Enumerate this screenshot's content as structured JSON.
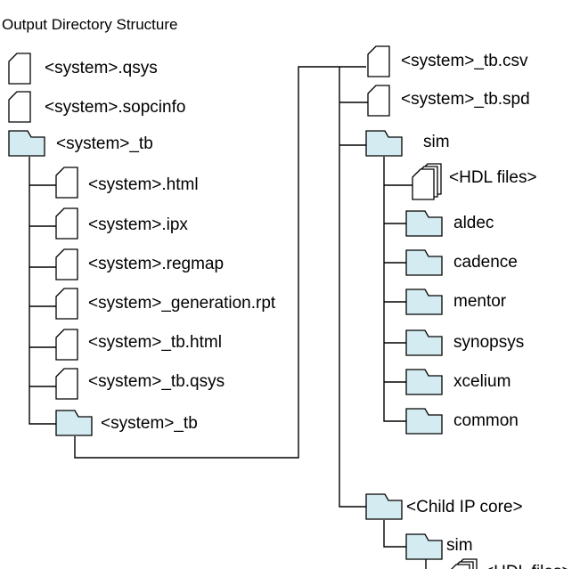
{
  "title": "Output Directory Structure",
  "colors": {
    "folder_fill": "#d4ebf2",
    "line": "#000000",
    "text": "#000000"
  },
  "left": {
    "root_files": [
      {
        "label": "<system>.qsys",
        "icon": "file-icon"
      },
      {
        "label": "<system>.sopcinfo",
        "icon": "file-icon"
      }
    ],
    "tb_folder": {
      "label": "<system>_tb",
      "icon": "folder-icon"
    },
    "tb_files": [
      {
        "label": "<system>.html",
        "icon": "file-icon"
      },
      {
        "label": "<system>.ipx",
        "icon": "file-icon"
      },
      {
        "label": "<system>.regmap",
        "icon": "file-icon"
      },
      {
        "label": "<system>_generation.rpt",
        "icon": "file-icon"
      },
      {
        "label": "<system>_tb.html",
        "icon": "file-icon"
      },
      {
        "label": "<system>_tb.qsys",
        "icon": "file-icon"
      }
    ],
    "tb_subfolder": {
      "label": "<system>_tb",
      "icon": "folder-icon"
    }
  },
  "right": {
    "files": [
      {
        "label": "<system>_tb.csv",
        "icon": "file-icon"
      },
      {
        "label": "<system>_tb.spd",
        "icon": "file-icon"
      }
    ],
    "sim_folder": {
      "label": "sim",
      "icon": "folder-icon"
    },
    "sim_hdl": {
      "label": "<HDL files>",
      "icon": "multi-file-icon"
    },
    "sim_subfolders": [
      {
        "label": "aldec",
        "icon": "folder-icon"
      },
      {
        "label": "cadence",
        "icon": "folder-icon"
      },
      {
        "label": "mentor",
        "icon": "folder-icon"
      },
      {
        "label": "synopsys",
        "icon": "folder-icon"
      },
      {
        "label": "xcelium",
        "icon": "folder-icon"
      },
      {
        "label": "common",
        "icon": "folder-icon"
      }
    ],
    "child_ip": {
      "label": "<Child IP core>",
      "icon": "folder-icon"
    },
    "child_sim": {
      "label": "sim",
      "icon": "folder-icon"
    },
    "child_hdl": {
      "label": "<HDL files>",
      "icon": "multi-file-icon"
    }
  }
}
